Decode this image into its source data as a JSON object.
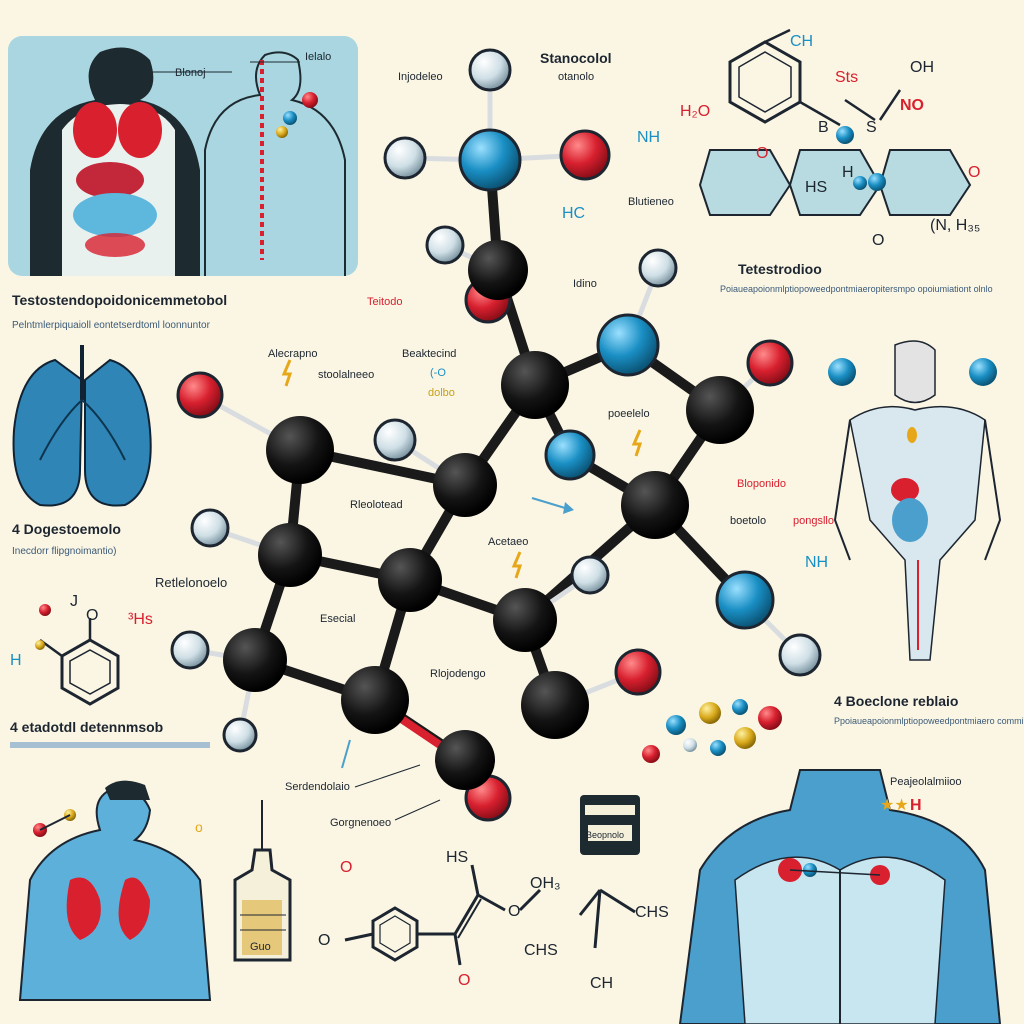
{
  "labels": {
    "molecule_name": "Stanocolol",
    "mol_sub": "otanolo",
    "mol_injodeleo": "Injodeleo",
    "mol_nh": "NH",
    "mol_hc": "HC",
    "mol_blutieneo": "Blutieneo",
    "mol_idino": "Idino",
    "mol_teitodo": "Teitodo",
    "mol_alecrapno": "Alecrapno",
    "mol_stoolalneeo": "stoolalneeo",
    "mol_beaktecind": "Beaktecind",
    "mol_ho": "(-O",
    "mol_dolbo": "dolbo",
    "mol_poeelelo": "poeelelo",
    "mol_rleolotead": "Rleolotead",
    "mol_acetaeo": "Acetaeo",
    "mol_esecial": "Esecial",
    "mol_rlojodengo": "Rlojodengo",
    "mol_bloponido": "Bloponido",
    "mol_boetolo": "boetolo",
    "mol_pongsllo": "pongsllo",
    "mol_nh2": "NH",
    "mol_serdendolaio": "Serdendolaio",
    "mol_gorgnenoeo": "Gorgnenoeo",
    "body_label_1": "Blonoj",
    "body_label_2": "Ielalo",
    "panel_title": "Testostendopoidonicemmetobol",
    "panel_desc": "Pelntmlerpiquaioll eontetserdtoml loonnuntor",
    "lung_title": "4  Dogestoemolo",
    "lung_desc": "Inecdorr flipgnoimantio)",
    "bottom_left_title": "Retlelonoelo",
    "bottom_left_caption": "4  etadotdl detennmsob",
    "chem_tr_title": "Tetestrodioo",
    "chem_tr_desc": "Poiaueapoionmlptiopoweedpontmiaeropitersmpo opoiumiationt olnlo",
    "right_title": "4  Boeclone reblaio",
    "right_desc": "Ppoiaueapoionmlptiopoweedpontmiaero comminthotioorilioisconnulor",
    "chest_title": "Peajeolalmiioo",
    "chest_h": "H",
    "device_label": "Beopnolo",
    "syringe_label": "Guo"
  },
  "chem": {
    "tr_ch": "CH",
    "tr_oh": "OH",
    "tr_sts": "Sts",
    "tr_no": "NO",
    "tr_h2o": "H₂O",
    "tr_b": "B",
    "tr_s": "S",
    "tr_o1": "O",
    "tr_h": "H",
    "tr_hs": "HS",
    "tr_o2": "O",
    "tr_nh3": "(N, H₃₅",
    "tr_o3": "O",
    "bl_h": "H",
    "bl_j": "J",
    "bl_o": "O",
    "bl_hs": "³Hs",
    "bm_hs": "HS",
    "bm_o1": "O",
    "bm_och3": "OH₃",
    "bm_ch3": "CHS",
    "bm_chs": "CHS",
    "bm_o2": "O",
    "bm_ch": "CH",
    "bm_o3": "O",
    "bm_o4": "O"
  },
  "colors": {
    "background": "#fbf6e4",
    "carbon": "#141414",
    "oxygen": "#d8202f",
    "nitrogen": "#1a8fc4",
    "hydrogen": "#d9e6ec",
    "skin": "#4a9fcc",
    "organ": "#d8202f"
  }
}
